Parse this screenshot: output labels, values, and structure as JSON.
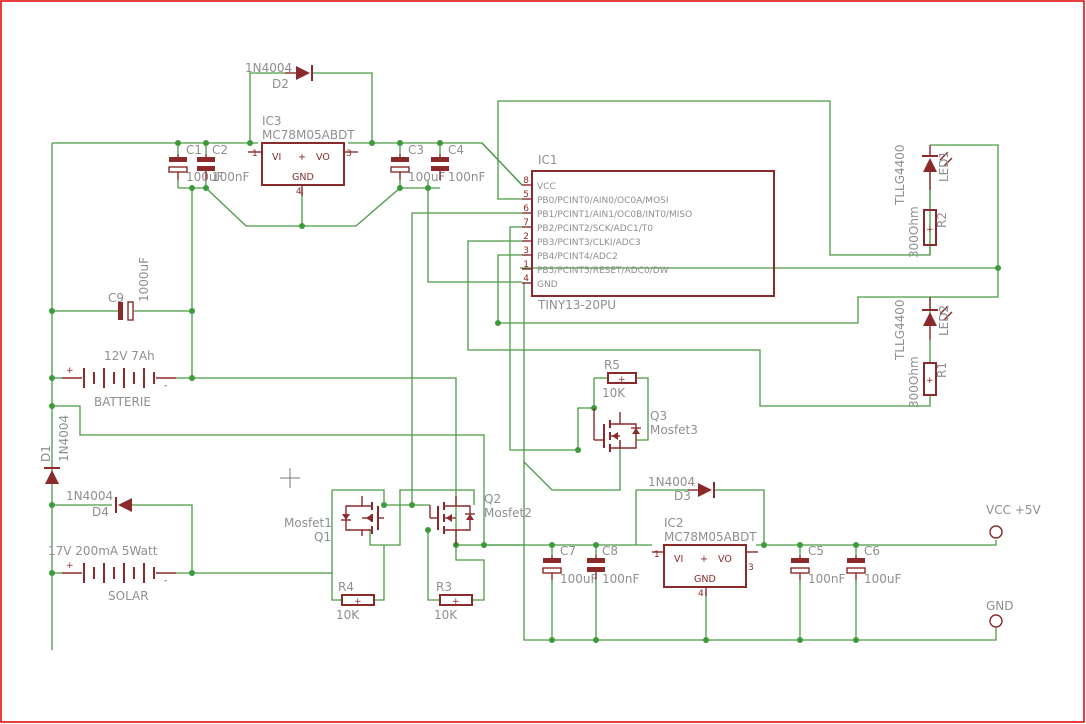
{
  "parts": {
    "d2": {
      "name": "D2",
      "value": "1N4004"
    },
    "ic3": {
      "name": "IC3",
      "value": "MC78M05ABDT",
      "vi": "VI",
      "vo": "VO",
      "gnd": "GND",
      "p1": "1",
      "p3": "3",
      "p4": "4"
    },
    "c1": {
      "name": "C1",
      "value": "100uF"
    },
    "c2": {
      "name": "C2",
      "value": "100nF"
    },
    "c3": {
      "name": "C3",
      "value": "100uF"
    },
    "c4": {
      "name": "C4",
      "value": "100nF"
    },
    "c9": {
      "name": "C9",
      "value": "1000uF"
    },
    "batt": {
      "name": "BATTERIE",
      "value": "12V 7Ah"
    },
    "d1": {
      "name": "D1",
      "value": "1N4004"
    },
    "d4": {
      "name": "D4",
      "value": "1N4004"
    },
    "solar": {
      "name": "SOLAR",
      "value": "17V 200mA 5Watt"
    },
    "ic1": {
      "name": "IC1",
      "value": "TINY13-20PU",
      "pins": [
        {
          "num": "8",
          "label": "VCC"
        },
        {
          "num": "5",
          "label": "PB0/PCINT0/AIN0/OC0A/MOSI"
        },
        {
          "num": "6",
          "label": "PB1/PCINT1/AIN1/OC0B/INT0/MISO"
        },
        {
          "num": "7",
          "label": "PB2/PCINT2/SCK/ADC1/T0"
        },
        {
          "num": "2",
          "label": "PB3/PCINT3/CLKI/ADC3"
        },
        {
          "num": "3",
          "label": "PB4/PCINT4/ADC2"
        },
        {
          "num": "1",
          "label": "PB5/PCINT5/RESET/ADC0/DW"
        },
        {
          "num": "4",
          "label": "GND"
        }
      ]
    },
    "led1": {
      "name": "LED1",
      "value": "TLLG4400"
    },
    "r2": {
      "name": "R2",
      "value": "300Ohm"
    },
    "led2": {
      "name": "LED2",
      "value": "TLLG4400"
    },
    "r1": {
      "name": "R1",
      "value": "300Ohm"
    },
    "r5": {
      "name": "R5",
      "value": "10K"
    },
    "q3": {
      "name": "Q3",
      "value": "Mosfet3"
    },
    "q1": {
      "name": "Q1",
      "value": "Mosfet1"
    },
    "q2": {
      "name": "Q2",
      "value": "Mosfet2"
    },
    "r4": {
      "name": "R4",
      "value": "10K"
    },
    "r3": {
      "name": "R3",
      "value": "10K"
    },
    "d3": {
      "name": "D3",
      "value": "1N4004"
    },
    "ic2": {
      "name": "IC2",
      "value": "MC78M05ABDT",
      "vi": "VI",
      "vo": "VO",
      "gnd": "GND",
      "p1": "1",
      "p3": "3",
      "p4": "4"
    },
    "c7": {
      "name": "C7",
      "value": "100uF"
    },
    "c8": {
      "name": "C8",
      "value": "100nF"
    },
    "c5": {
      "name": "C5",
      "value": "100nF"
    },
    "c6": {
      "name": "C6",
      "value": "100uF"
    }
  },
  "terminals": {
    "vcc": "VCC +5V",
    "gnd": "GND"
  },
  "colors": {
    "frame": "#e00000",
    "wire": "#4a9a45",
    "part": "#8a2a2a",
    "label": "#8f8f8f"
  }
}
